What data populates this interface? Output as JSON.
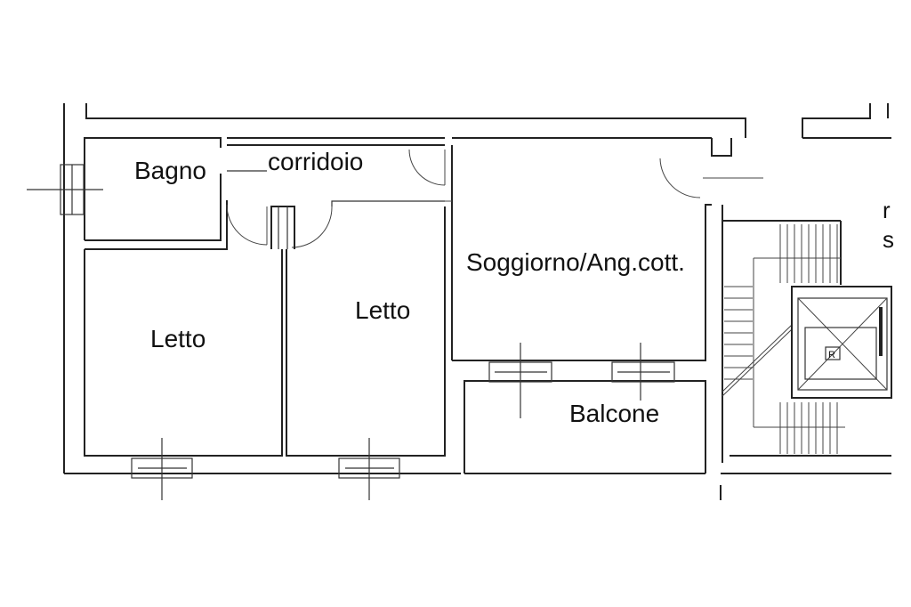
{
  "plan": {
    "rooms": {
      "bagno": "Bagno",
      "corridoio": "corridoio",
      "soggiorno": "Soggiorno/Ang.cott.",
      "letto_left": "Letto",
      "letto_center": "Letto",
      "balcone": "Balcone"
    },
    "lift_mark": "R",
    "cut_off": {
      "line1": "r",
      "line2": "s"
    }
  },
  "colors": {
    "line": "#222222",
    "background": "#ffffff"
  }
}
